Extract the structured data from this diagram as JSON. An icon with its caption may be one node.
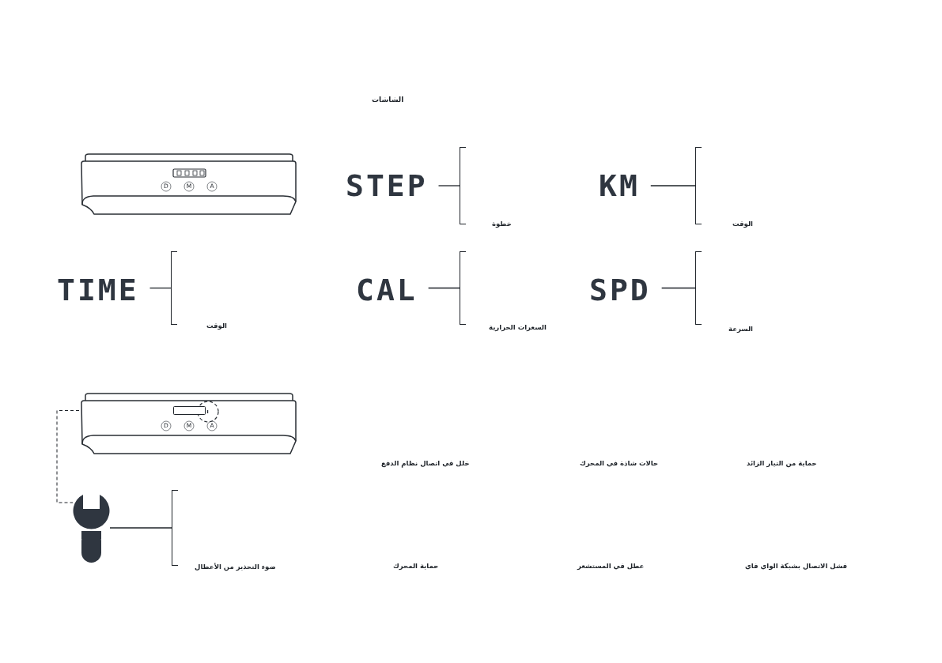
{
  "diagram": {
    "title": "الشاشات",
    "nodes": [
      {
        "text": [
          "STEP"
        ]
      },
      {
        "text": [
          "خطوة"
        ]
      },
      {
        "text": [
          "KM"
        ]
      },
      {
        "text": [
          "الوقت"
        ]
      },
      {
        "text": [
          "TIME"
        ]
      },
      {
        "text": [
          "الوقت"
        ]
      },
      {
        "text": [
          "CAL"
        ]
      },
      {
        "text": [
          "السعرات الحرارية"
        ]
      },
      {
        "text": [
          "SPD"
        ]
      },
      {
        "text": [
          "السرعة"
        ]
      },
      {
        "text": [],
        "shape": "box"
      },
      {
        "text": [],
        "shape": "wrench"
      },
      {
        "text": [
          "ضوء التحذير من الأعطال"
        ]
      }
    ],
    "edges": [
      {
        "from": 0,
        "to": 1,
        "arrow": "none"
      },
      {
        "from": 2,
        "to": 3,
        "arrow": "none"
      },
      {
        "from": 4,
        "to": 5,
        "arrow": "none"
      },
      {
        "from": 6,
        "to": 7,
        "arrow": "none"
      },
      {
        "from": 8,
        "to": 9,
        "arrow": "none"
      },
      {
        "from": 10,
        "to": 11,
        "arrow": "none",
        "style": "dashed"
      },
      {
        "from": 11,
        "to": 12,
        "arrow": "none"
      }
    ],
    "labels": [
      "D",
      "M",
      "A",
      "D",
      "M",
      "A",
      "خلل في اتصال نظام الدفع",
      "حالات شاذة في المحرك",
      "حماية من التيار الزائد",
      "حماية المحرك",
      "عطل في المستشعر",
      "فشل الاتصال بشبكة الواي فاي"
    ]
  }
}
